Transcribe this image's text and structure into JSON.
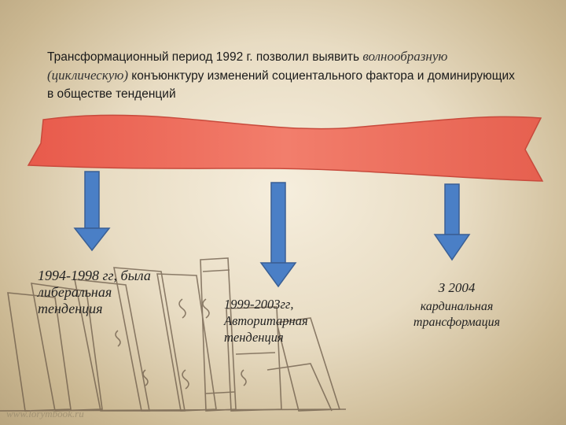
{
  "intro": {
    "part1": "Трансформационный период 1992 г. позволил выявить ",
    "part2": "волнообразную (циклическую)",
    "part3": " конъюнктуру изменений социентального фактора и доминирующих в обществе тенденций"
  },
  "labels": {
    "left": "1994-1998 гг, была либеральная тенденция",
    "middle": "1999-2003гг, Авторитарная тенденция",
    "right_line1": "З 2004",
    "right_line2": "кардинальная трансформация"
  },
  "watermark": "www.lorymbook.ru",
  "colors": {
    "ribbon": "#ee6f5e",
    "arrow": "#4a7fc6",
    "arrow_border": "#3a5f94"
  }
}
